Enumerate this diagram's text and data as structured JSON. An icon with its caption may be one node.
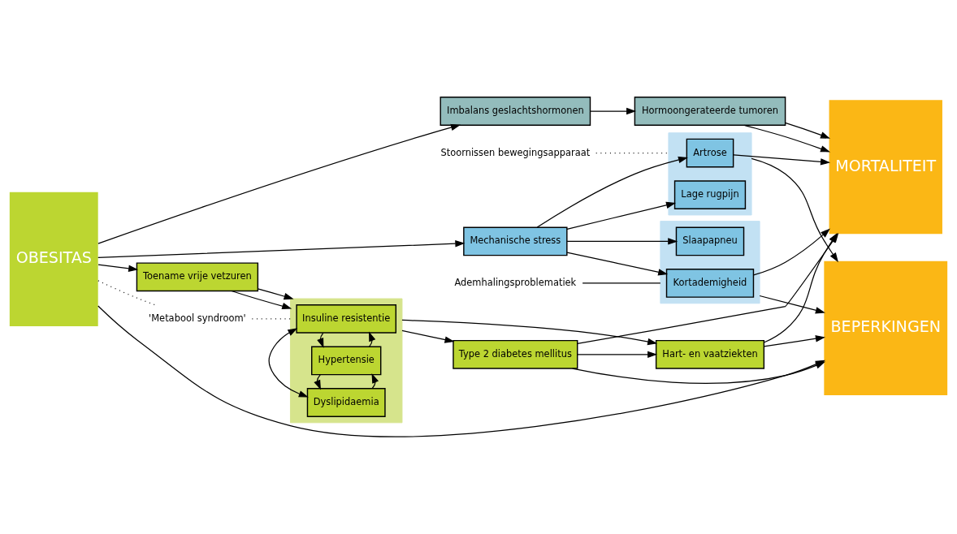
{
  "diagram": {
    "nodes": [
      {
        "text": [
          "OBESITAS"
        ]
      },
      {
        "text": [
          "Imbalans geslachtshormonen"
        ]
      },
      {
        "text": [
          "Toename vrije vetzuren"
        ]
      },
      {
        "text": [
          "'Metabool syndroom'"
        ]
      },
      {
        "text": [
          "Mechanische stress"
        ]
      },
      {
        "text": [],
        "shape": "box"
      },
      {
        "text": [
          "Insuline resistentie"
        ],
        "in": 5
      },
      {
        "text": [
          "Hypertensie"
        ],
        "in": 5
      },
      {
        "text": [
          "Dyslipidaemia"
        ],
        "in": 5
      },
      {
        "text": [
          "Hormoongerateerde tumoren"
        ]
      },
      {
        "text": [
          "Type 2 diabetes mellitus"
        ]
      },
      {
        "text": [
          "Hart- en vaatziekten"
        ]
      },
      {
        "text": [
          "Stoornissen bewegingsapparaat"
        ]
      },
      {
        "text": [],
        "shape": "box"
      },
      {
        "text": [
          "Artrose"
        ],
        "in": 13
      },
      {
        "text": [
          "Lage rugpijn"
        ],
        "in": 13
      },
      {
        "text": [],
        "shape": "box"
      },
      {
        "text": [
          "Kortademigheid"
        ],
        "in": 16
      },
      {
        "text": [
          "Slaapapneu"
        ],
        "in": 16
      },
      {
        "text": [
          "Ademhalingsproblematiek"
        ]
      },
      {
        "text": [
          "MORTALITEIT"
        ]
      },
      {
        "text": [
          "BEPERKINGEN"
        ]
      }
    ],
    "edges": [
      {
        "from": 0,
        "to": 1,
        "arrow": "to"
      },
      {
        "from": 0,
        "to": 2,
        "arrow": "to"
      },
      {
        "from": 0,
        "to": 4,
        "arrow": "to"
      },
      {
        "from": 0,
        "to": 3,
        "arrow": "none",
        "style": "dashed"
      },
      {
        "from": 3,
        "to": 5,
        "arrow": "none",
        "style": "dashed"
      },
      {
        "from": 1,
        "to": 9,
        "arrow": "to"
      },
      {
        "from": 2,
        "to": 5,
        "arrow": "to"
      },
      {
        "from": 2,
        "to": 5,
        "arrow": "to"
      },
      {
        "from": 6,
        "to": 8,
        "arrow": "both"
      },
      {
        "from": 7,
        "to": 6,
        "arrow": "to"
      },
      {
        "from": 6,
        "to": 7,
        "arrow": "to"
      },
      {
        "from": 8,
        "to": 7,
        "arrow": "to"
      },
      {
        "from": 7,
        "to": 8,
        "arrow": "to"
      },
      {
        "from": 5,
        "to": 10,
        "arrow": "to"
      },
      {
        "from": 5,
        "to": 11,
        "arrow": "to"
      },
      {
        "from": 10,
        "to": 11,
        "arrow": "to"
      },
      {
        "from": 12,
        "to": 13,
        "arrow": "none",
        "style": "dashed"
      },
      {
        "from": 4,
        "to": 14,
        "arrow": "to"
      },
      {
        "from": 4,
        "to": 15,
        "arrow": "to"
      },
      {
        "from": 4,
        "to": 17,
        "arrow": "to"
      },
      {
        "from": 4,
        "to": 18,
        "arrow": "to"
      },
      {
        "from": 19,
        "to": 16,
        "arrow": "none"
      },
      {
        "from": 9,
        "to": 20,
        "arrow": "to"
      },
      {
        "from": 9,
        "to": 20,
        "arrow": "to"
      },
      {
        "from": 10,
        "to": 20,
        "arrow": "to"
      },
      {
        "from": 10,
        "to": 21,
        "arrow": "to"
      },
      {
        "from": 11,
        "to": 20,
        "arrow": "to"
      },
      {
        "from": 11,
        "to": 21,
        "arrow": "to"
      },
      {
        "from": 14,
        "to": 20,
        "arrow": "to"
      },
      {
        "from": 13,
        "to": 21,
        "arrow": "to"
      },
      {
        "from": 17,
        "to": 20,
        "arrow": "to"
      },
      {
        "from": 16,
        "to": 21,
        "arrow": "to"
      },
      {
        "from": 0,
        "to": 21,
        "arrow": "to"
      }
    ]
  }
}
